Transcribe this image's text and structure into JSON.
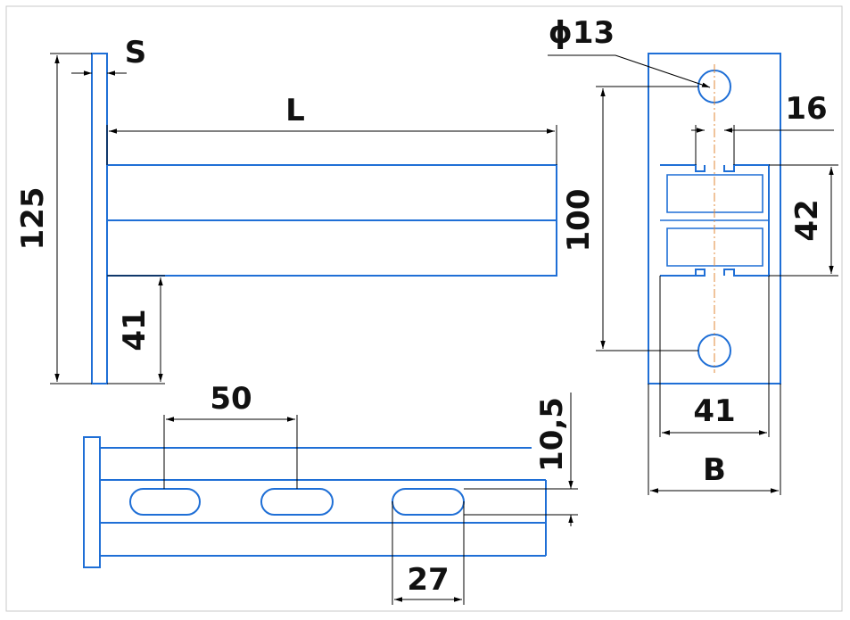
{
  "labels": {
    "s": "S",
    "l": "L",
    "h125": "125",
    "h41_left": "41",
    "h100": "100",
    "d13": "ϕ13",
    "d16": "16",
    "d42": "42",
    "d41_bottom": "41",
    "b": "B",
    "d50": "50",
    "d105": "10,5",
    "d27": "27"
  },
  "colors": {
    "part_outline": "#1f6fd6",
    "dimension": "#000000",
    "center_axis": "#e08a3a"
  }
}
